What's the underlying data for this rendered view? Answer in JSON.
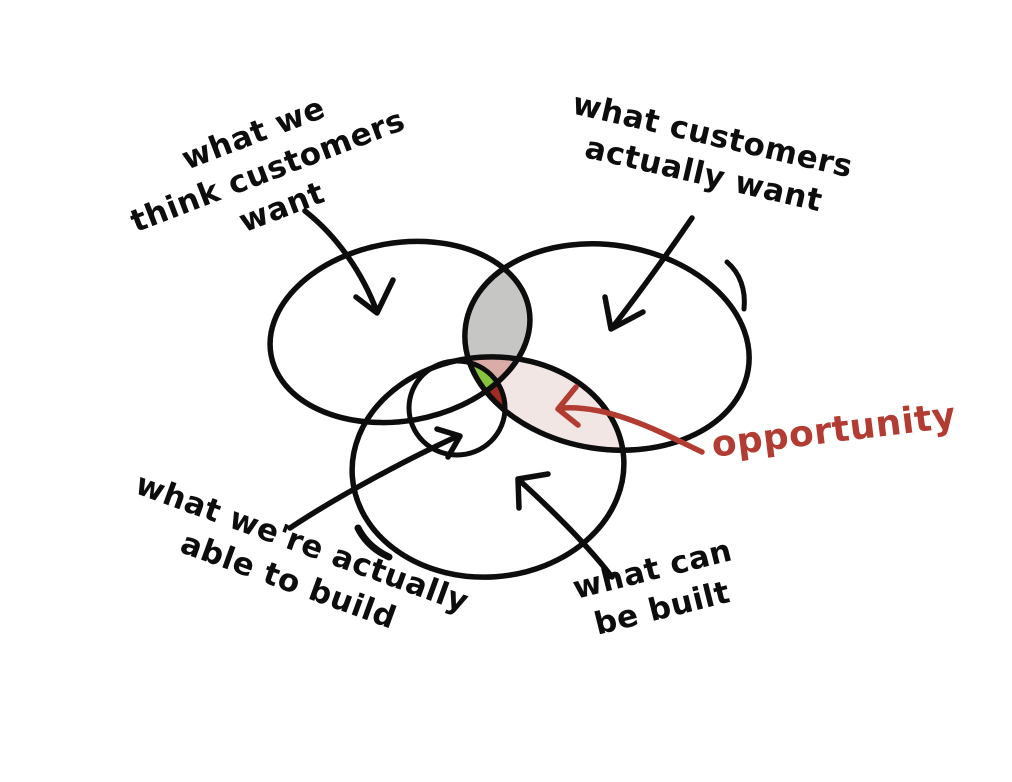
{
  "colors": {
    "background": "#ffffff",
    "ink": "#0d0d0d",
    "accent_red": "#b23b32",
    "region_gray_overlap": "#c6c6c4",
    "region_rose_overlap": "#d9aca8",
    "region_opportunity": "#f1e6e4",
    "region_green_sweet_spot": "#85c43c",
    "region_dark_red_gap": "#9e2b24"
  },
  "labels": {
    "top_left": {
      "lines": [
        "what we",
        "think customers",
        "want"
      ]
    },
    "top_right": {
      "lines": [
        "what customers",
        "actually want"
      ]
    },
    "bottom_left": {
      "lines": [
        "what we're actually",
        "able to build"
      ]
    },
    "bottom": {
      "lines": [
        "what can",
        "be built"
      ]
    },
    "opportunity": "opportunity"
  },
  "diagram": {
    "type": "venn",
    "style": "hand-drawn sketch",
    "sets": [
      "what we think customers want",
      "what customers actually want",
      "what can be built",
      "what we're actually able to build"
    ],
    "highlighted_region_label": "opportunity"
  }
}
